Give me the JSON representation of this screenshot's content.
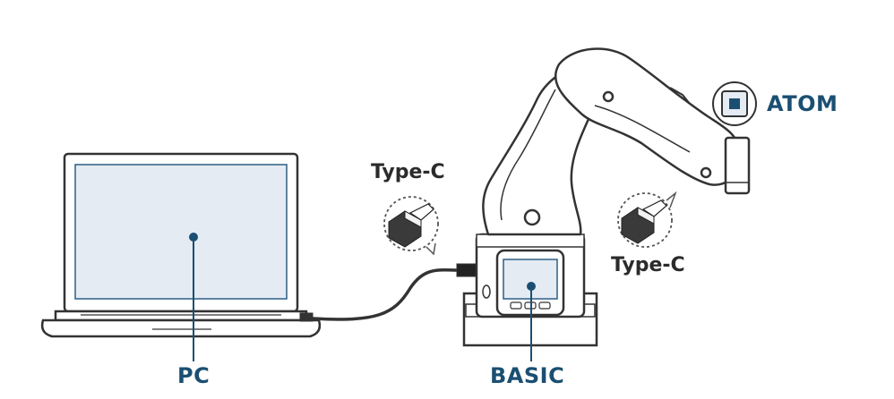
{
  "labels": {
    "pc": "PC",
    "basic": "BASIC",
    "atom": "ATOM",
    "type_c_left": "Type-C",
    "type_c_right": "Type-C"
  },
  "colors": {
    "outline": "#333333",
    "screen_fill": "#e4ebf3",
    "label_blue": "#1b4f72",
    "connector_dark": "#3a3a3a"
  },
  "icons": {
    "connector": "usb-type-c-plug-icon",
    "atom_module": "atom-module-icon"
  }
}
